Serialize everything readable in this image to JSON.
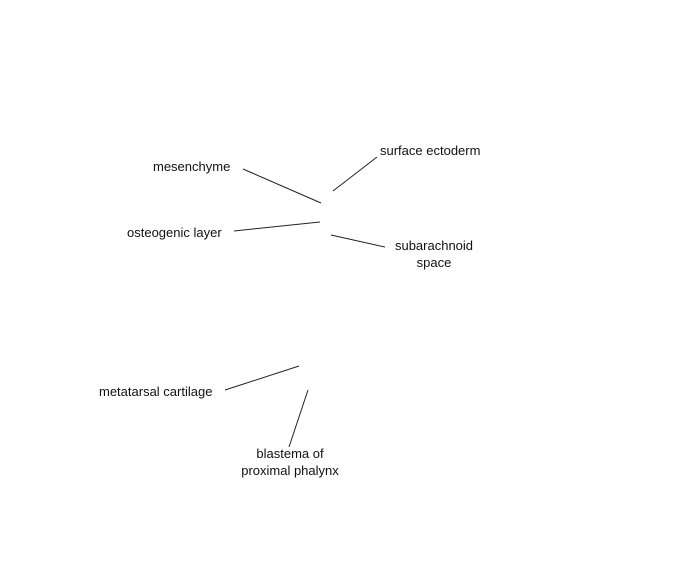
{
  "colors": {
    "background": "#ffffff",
    "text": "#111111",
    "leader_line": "#222222"
  },
  "labels": {
    "mesenchyme": "mesenchyme",
    "surface_ectoderm": "surface ectoderm",
    "osteogenic_layer": "osteogenic layer",
    "subarachnoid_space": [
      "subarachnoid",
      "space"
    ],
    "metatarsal_cartilage": "metatarsal cartilage",
    "blastema_of_proximal_phalynx": [
      "blastema of",
      "proximal phalynx"
    ]
  }
}
